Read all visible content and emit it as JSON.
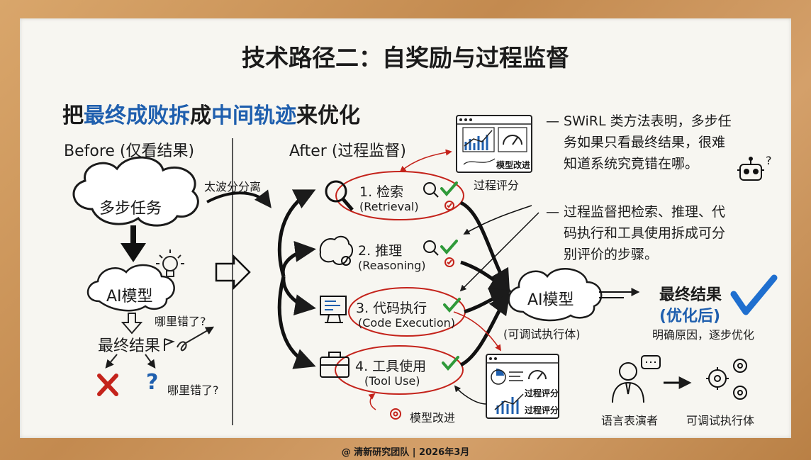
{
  "title": "技术路径二：自奖励与过程监督",
  "subtitle": {
    "p1": "把",
    "p2": "最终成败拆",
    "p3": "成",
    "p4": "中间轨迹",
    "p5": "来优化"
  },
  "before": {
    "heading": "Before (仅看结果)",
    "task": "多步任务",
    "model": "AI模型",
    "where_wrong_1": "哪里错了?",
    "final_result": "最终结果",
    "where_wrong_2": "哪里错了?"
  },
  "arrow_label": "太波分分离",
  "after": {
    "heading": "After (过程监督)",
    "steps": [
      {
        "title": "1. 检索",
        "en": "(Retrieval)"
      },
      {
        "title": "2. 推理",
        "en": "(Reasoning)"
      },
      {
        "title": "3. 代码执行",
        "en": "(Code Execution)"
      },
      {
        "title": "4. 工具使用",
        "en": "(Tool Use)"
      }
    ],
    "scoring_top": {
      "caption": "过程评分",
      "inner": "模型改进"
    },
    "scoring_bottom": {
      "line1": "过程评分",
      "line2": "过程评分"
    },
    "model_improve": "模型改进",
    "center_model": "AI模型",
    "center_caption": "(可调试执行体)",
    "final_title": "最终结果",
    "final_sub": "(优化后)",
    "final_caption": "明确原因，逐步优化"
  },
  "notes": {
    "note1": [
      "— SWiRL 类方法表明，多步任",
      "务如果只看最终结果，很难",
      "知道系统究竟错在哪。"
    ],
    "note2": [
      "— 过程监督把检索、推理、代",
      "码执行和工具使用拆成可分",
      "别评价的步骤。"
    ]
  },
  "transform": {
    "from": "语言表演者",
    "to": "可调试执行体"
  },
  "footer": "@ 清新研究团队 | 2026年3月",
  "colors": {
    "accent_blue": "#1f5fae",
    "accent_red": "#c4231b",
    "check_green": "#2f9a3a",
    "ink": "#1b1b1b"
  },
  "icons": [
    "magnifier-icon",
    "brain-icon",
    "code-monitor-icon",
    "toolbox-icon",
    "check-icon",
    "robot-icon",
    "person-icon",
    "gears-icon",
    "lightbulb-icon",
    "dashboard-icon",
    "big-checkmark-icon",
    "cross-icon",
    "question-icon",
    "flag-icon"
  ]
}
